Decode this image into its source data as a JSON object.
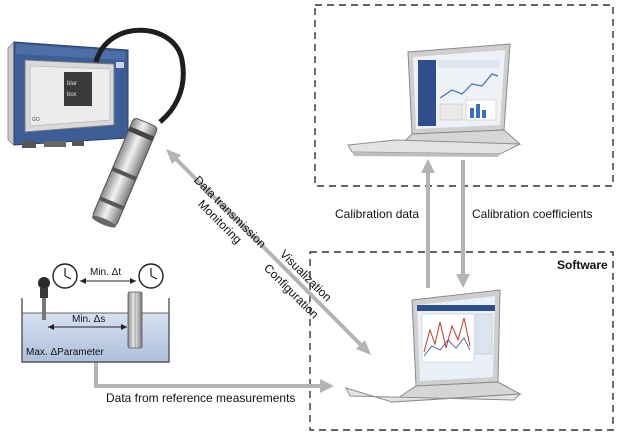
{
  "labels": {
    "software": "Software",
    "calibration_data": "Calibration data",
    "calibration_coefficients": "Calibration coefficients",
    "data_transmission": "Data transmission",
    "visualization": "Visualization",
    "monitoring": "Monitoring",
    "configuration": "Configuration",
    "reference_measurements": "Data from reference measurements",
    "min_dt": "Min. Δt",
    "min_ds": "Min. Δs",
    "max_dparameter": "Max. ΔParameter"
  },
  "device": {
    "screen_text_top": "blar",
    "screen_text_bottom": "box",
    "model_text": "GO"
  },
  "colors": {
    "arrow": "#b4b4b4",
    "device_blue": "#3d5d97",
    "water": "#c4d4ea",
    "dashed_border": "#333333"
  }
}
